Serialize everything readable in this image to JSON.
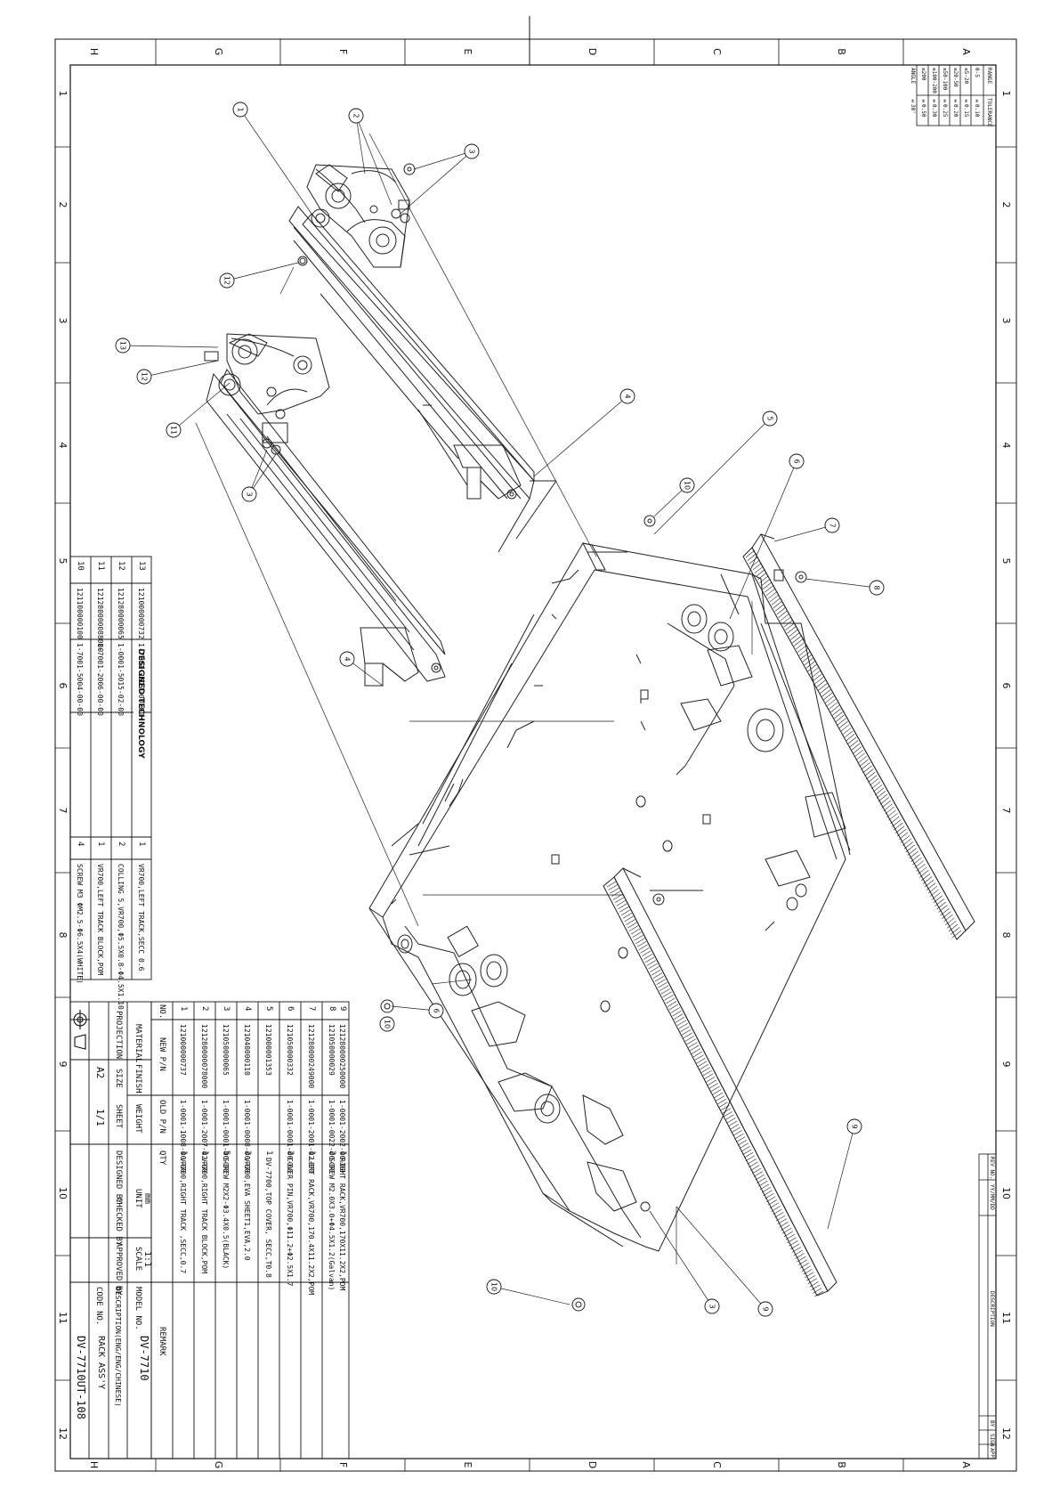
{
  "zone_letters": [
    "H",
    "G",
    "F",
    "E",
    "D",
    "C",
    "B",
    "A"
  ],
  "zone_numbers": [
    "1",
    "2",
    "3",
    "4",
    "5",
    "6",
    "7",
    "8",
    "9",
    "10",
    "11",
    "12"
  ],
  "balloons": [
    "1",
    "2",
    "3",
    "4",
    "4",
    "5",
    "6",
    "7",
    "8",
    "9",
    "9",
    "10",
    "10",
    "10",
    "11",
    "12",
    "12",
    "13",
    "3",
    "3",
    "6"
  ],
  "bom_main": {
    "header": {
      "no": "NO.",
      "new_pn": "NEW P/N",
      "old_pn": "OLD P/N",
      "qty": "QTY",
      "remark": "REMARK"
    },
    "rows": [
      {
        "no": "9",
        "new_pn": "121280000250000",
        "old_pn": "1-0001-2002-00-00",
        "qty": "1",
        "remark": "RIGHT RACK,VR700,170X11.2X2,POM"
      },
      {
        "no": "8",
        "new_pn": "121050000029",
        "old_pn": "1-0001-0022-00-00",
        "qty": "2",
        "remark": "SCREW M2.0X3.0+Φ4.5X1.2(Galvan)"
      },
      {
        "no": "7",
        "new_pn": "121280000249000",
        "old_pn": "1-0001-2001-02-00",
        "qty": "1",
        "remark": "LEFT RACK,VR700,170.4X11.2X2,POM"
      },
      {
        "no": "6",
        "new_pn": "121050000332",
        "old_pn": "1-0001-0001-00-00",
        "qty": "2",
        "remark": "COVER PIN,VR700,Φ11.2+Φ2.5X1.7"
      },
      {
        "no": "5",
        "new_pn": "121000001353",
        "old_pn": "",
        "qty": "1",
        "remark": "DV-7700,TOP COVER, SECC,T0.8"
      },
      {
        "no": "4",
        "new_pn": "121040000110",
        "old_pn": "1-0001-0008-00-00",
        "qty": "2",
        "remark": "VR700,EVA SHEET1,EVA,2.0"
      },
      {
        "no": "3",
        "new_pn": "121050000065",
        "old_pn": "1-0001-0001-00-00",
        "qty": "5",
        "remark": "SCREW M2X2-Φ3.4X0.5(BLACK)"
      },
      {
        "no": "2",
        "new_pn": "121280000078000",
        "old_pn": "1-0001-2007-02-00",
        "qty": "1",
        "remark": "VR700,RIGHT TRACK BLOCK,POM"
      },
      {
        "no": "1",
        "new_pn": "121000000737",
        "old_pn": "1-0001-1008-00-00",
        "qty": "1",
        "remark": "VR700,RIGHT TRACK ,SECC,0.7"
      }
    ]
  },
  "bom_extra": {
    "rows": [
      {
        "no": "13",
        "new_pn": "121000000732",
        "old_pn": "1-7001-1027-00-00",
        "qty": "1",
        "remark": "VR700,LEFT TRACK,SECC 0.6"
      },
      {
        "no": "12",
        "new_pn": "121280000065",
        "old_pn": "1-0001-5015-02-00",
        "qty": "2",
        "remark": "COLLING 5,VR700,Φ5.5X0.8-Φ4.5X1.10"
      },
      {
        "no": "11",
        "new_pn": "121280000088000",
        "old_pn": "1-7001-2006-00-00",
        "qty": "1",
        "remark": "VR700,LEFT TRACK BLOCK,POM"
      },
      {
        "no": "10",
        "new_pn": "121100000100",
        "old_pn": "1-7001-5004-00-00",
        "qty": "4",
        "remark": "SCREW M3 ΦM2.5-Φ6.5X4(WHITE)"
      }
    ]
  },
  "title_block": {
    "material_label": "MATERIAL",
    "finish_label": "FINISH",
    "weight_label": "WEIGHT",
    "unit_label": "UNIT",
    "unit_value": "mm",
    "scale_label": "SCALE",
    "scale_value": "1:1",
    "model_label": "MODEL NO.",
    "model_value": "DV-7710",
    "projection_label": "PROJECTION",
    "size_label": "SIZE",
    "size_value": "A2",
    "sheet_label": "SHEET",
    "sheet_value": "1/1",
    "designed_label": "DESIGNED BY",
    "checked_label": "CHECKED BY",
    "approved_label": "APPROVED BY",
    "description_label": "DESCRIPTION(ENG/ENG/CHINESE)",
    "description_value": "RACK ASS'Y",
    "code_label": "CODE NO.",
    "code_value": "DV-7710UT-108"
  },
  "tolerance_table": {
    "header": [
      "RANGE",
      "TOLERANCE"
    ],
    "rows": [
      [
        "0-5",
        "±0.10"
      ],
      [
        "≥5-20",
        "±0.15"
      ],
      [
        "≥20-50",
        "±0.20"
      ],
      [
        "≥50-100",
        "±0.25"
      ],
      [
        "≥100-200",
        "±0.30"
      ],
      [
        "≥200",
        "±0.50"
      ],
      [
        "ANGLE",
        "±30'"
      ]
    ]
  },
  "revision_table": {
    "headers": [
      "REV NO.",
      "YY/MM/DD",
      "DESCRIPTION",
      "BY",
      "SIGN",
      "APP"
    ]
  },
  "company_stamp": "DESIGNED TECHNOLOGY"
}
